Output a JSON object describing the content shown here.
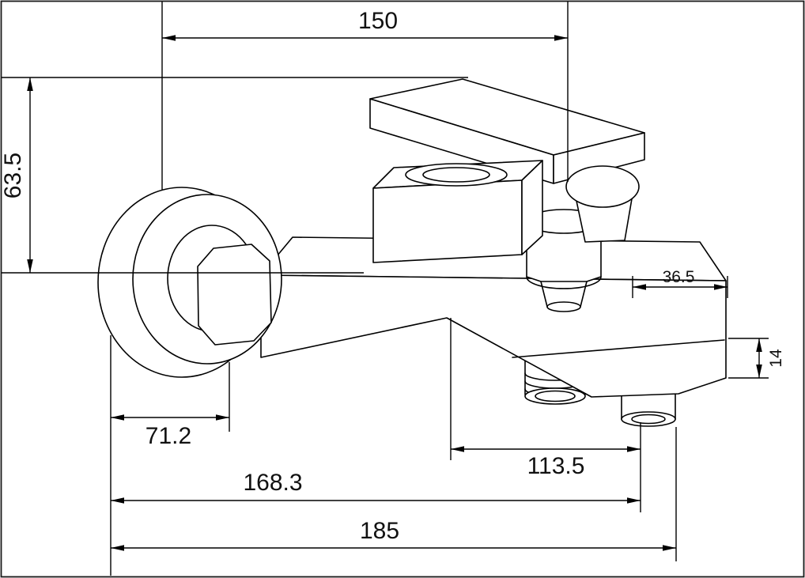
{
  "drawing": {
    "kind": "technical dimension drawing",
    "subject": "wall-mounted bath mixer faucet",
    "line_color": "#000000",
    "background": "#ffffff"
  },
  "dims": {
    "width_150": "150",
    "height_63_5": "63.5",
    "offset_36_5": "36.5",
    "thickness_14": "14",
    "depth_71_2": "71.2",
    "span_113_5": "113.5",
    "length_168_3": "168.3",
    "total_185": "185"
  }
}
